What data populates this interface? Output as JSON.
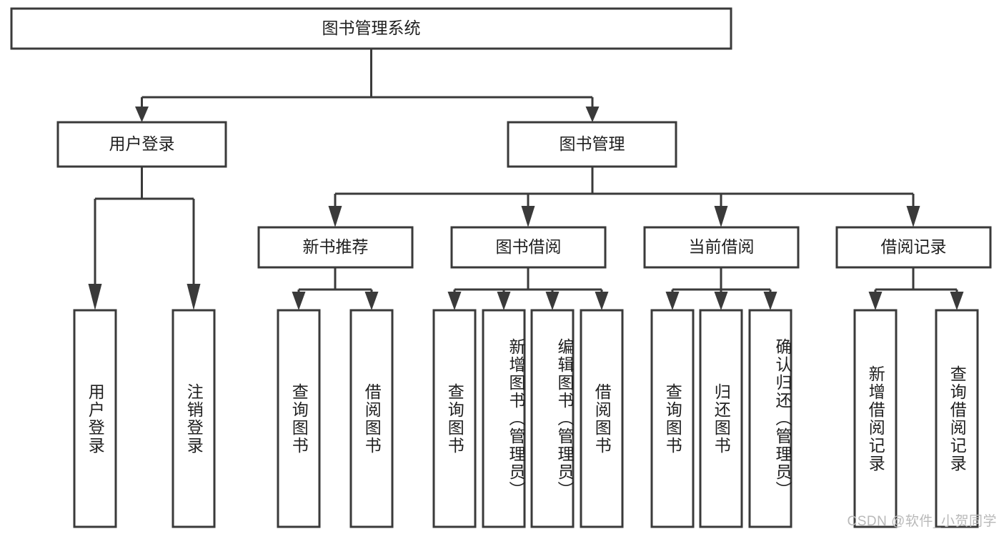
{
  "diagram": {
    "type": "tree",
    "title": "图书管理系统",
    "root": {
      "id": "root",
      "label": "图书管理系统"
    },
    "level2": [
      {
        "id": "user-login",
        "label": "用户登录"
      },
      {
        "id": "book-management",
        "label": "图书管理"
      }
    ],
    "level3": [
      {
        "id": "new-book-recommend",
        "label": "新书推荐",
        "parent": "book-management"
      },
      {
        "id": "book-borrow",
        "label": "图书借阅",
        "parent": "book-management"
      },
      {
        "id": "current-borrow",
        "label": "当前借阅",
        "parent": "book-management"
      },
      {
        "id": "borrow-record",
        "label": "借阅记录",
        "parent": "book-management"
      }
    ],
    "leaves": [
      {
        "id": "leaf-user-login",
        "label": "用户登录",
        "parent": "user-login"
      },
      {
        "id": "leaf-logout-login",
        "label": "注销登录",
        "parent": "user-login"
      },
      {
        "id": "leaf-query-book-1",
        "label": "查询图书",
        "parent": "new-book-recommend"
      },
      {
        "id": "leaf-borrow-book-1",
        "label": "借阅图书",
        "parent": "new-book-recommend"
      },
      {
        "id": "leaf-query-book-2",
        "label": "查询图书",
        "parent": "book-borrow"
      },
      {
        "id": "leaf-add-book",
        "label": "新增图书（管理员）",
        "parent": "book-borrow"
      },
      {
        "id": "leaf-edit-book",
        "label": "编辑图书（管理员）",
        "parent": "book-borrow"
      },
      {
        "id": "leaf-borrow-book-2",
        "label": "借阅图书",
        "parent": "book-borrow"
      },
      {
        "id": "leaf-query-book-3",
        "label": "查询图书",
        "parent": "current-borrow"
      },
      {
        "id": "leaf-return-book",
        "label": "归还图书",
        "parent": "current-borrow"
      },
      {
        "id": "leaf-confirm-return",
        "label": "确认归还（管理员）",
        "parent": "current-borrow"
      },
      {
        "id": "leaf-add-record",
        "label": "新增借阅记录",
        "parent": "borrow-record"
      },
      {
        "id": "leaf-query-record",
        "label": "查询借阅记录",
        "parent": "borrow-record"
      }
    ]
  },
  "watermark": {
    "text": "CSDN @软件_小贺同学"
  },
  "colors": {
    "background": "#ffffff",
    "box_fill": "#ffffff",
    "box_stroke": "#3a3a3a",
    "text": "#1f1f1f",
    "watermark": "#b9b9b9"
  }
}
